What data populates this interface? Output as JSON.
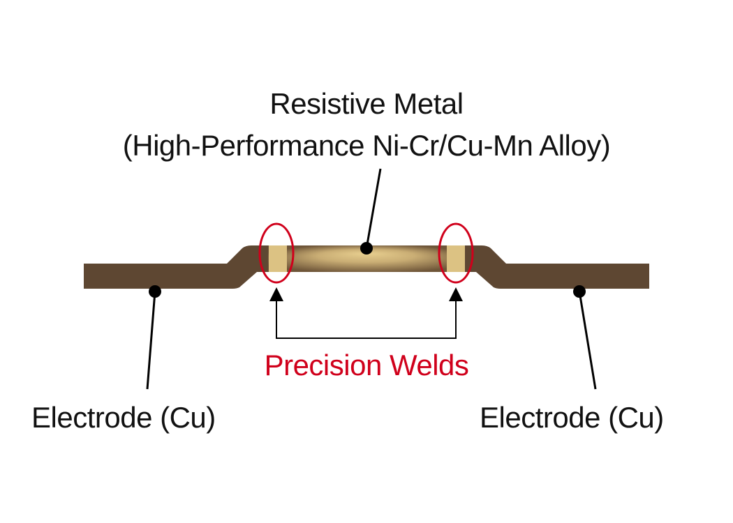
{
  "labels": {
    "resistive_title": "Resistive Metal",
    "resistive_subtitle": "(High-Performance Ni-Cr/Cu-Mn Alloy)",
    "precision_welds": "Precision Welds",
    "electrode_left": "Electrode (Cu)",
    "electrode_right": "Electrode (Cu)"
  },
  "colors": {
    "electrode": "#5e4732",
    "alloy_light": "#e2c888",
    "alloy_dark": "#7a6040",
    "weld": "#dcc283",
    "highlight_ring": "#d0001b",
    "leader": "#000000"
  }
}
